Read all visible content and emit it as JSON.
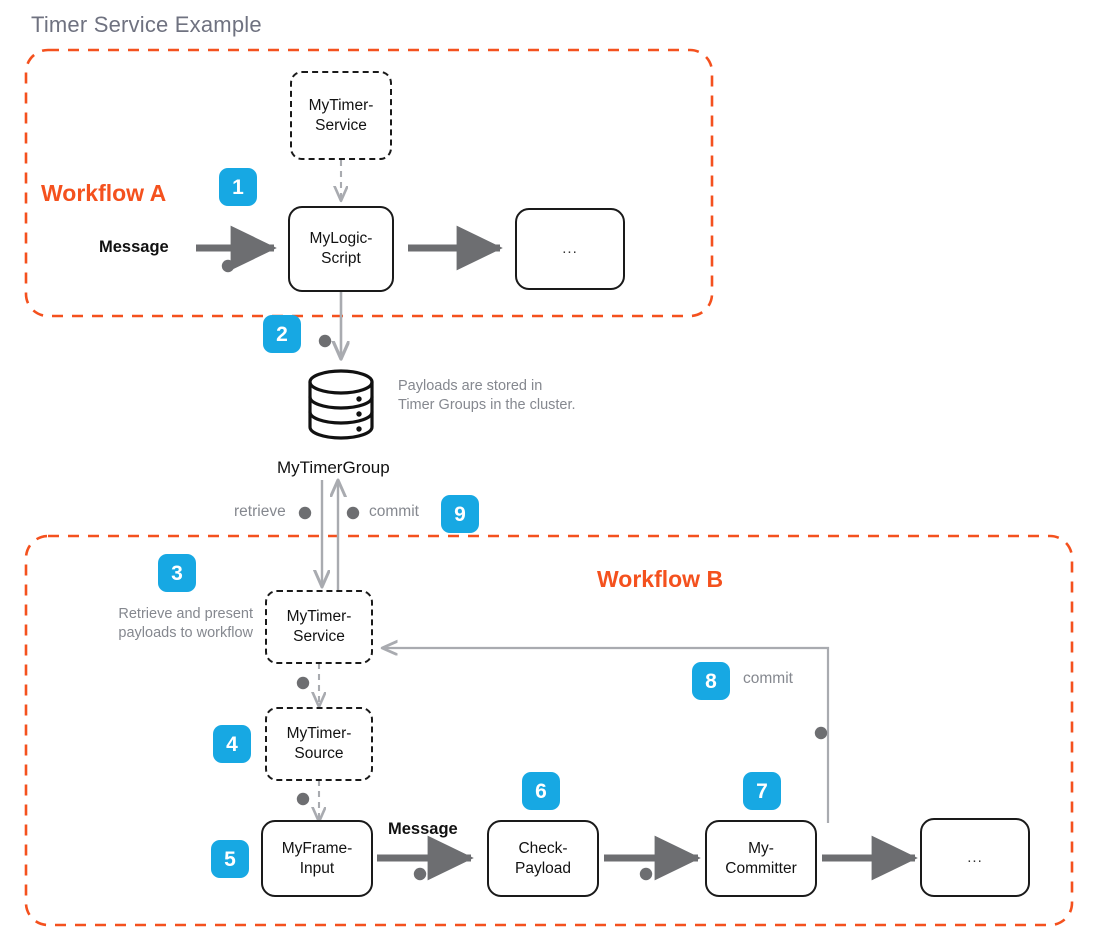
{
  "title": "Timer Service Example",
  "colors": {
    "accent_badge": "#17a8e3",
    "workflow_border": "#f4511e",
    "workflow_label": "#f4511e",
    "title_text": "#6f7280",
    "note_text": "#85888f",
    "arrow_dark": "#6d6e71",
    "arrow_light": "#a9abb0",
    "node_border": "#1a1a1a"
  },
  "workflows": [
    {
      "id": "a",
      "label": "Workflow A"
    },
    {
      "id": "b",
      "label": "Workflow B"
    }
  ],
  "badges": [
    {
      "id": "1",
      "label": "1"
    },
    {
      "id": "2",
      "label": "2"
    },
    {
      "id": "3",
      "label": "3"
    },
    {
      "id": "4",
      "label": "4"
    },
    {
      "id": "5",
      "label": "5"
    },
    {
      "id": "6",
      "label": "6"
    },
    {
      "id": "7",
      "label": "7"
    },
    {
      "id": "8",
      "label": "8"
    },
    {
      "id": "9",
      "label": "9"
    }
  ],
  "nodes": {
    "timer_service_a": {
      "label": "MyTimer-\nService",
      "line1": "MyTimer-",
      "line2": "Service",
      "style": "dashed"
    },
    "logic_script": {
      "label": "MyLogic-\nScript",
      "line1": "MyLogic-",
      "line2": "Script",
      "style": "solid"
    },
    "ellipsis_a": {
      "label": "...",
      "style": "solid"
    },
    "timer_service_b": {
      "label": "MyTimer-\nService",
      "line1": "MyTimer-",
      "line2": "Service",
      "style": "dashed"
    },
    "timer_source_b": {
      "label": "MyTimer-\nSource",
      "line1": "MyTimer-",
      "line2": "Source",
      "style": "dashed"
    },
    "frame_input": {
      "label": "MyFrame-\nInput",
      "line1": "MyFrame-",
      "line2": "Input",
      "style": "solid"
    },
    "check_payload": {
      "label": "Check-\nPayload",
      "line1": "Check-",
      "line2": "Payload",
      "style": "solid"
    },
    "committer": {
      "label": "My-\nCommitter",
      "line1": "My-",
      "line2": "Committer",
      "style": "solid"
    },
    "ellipsis_b": {
      "label": "...",
      "style": "solid"
    }
  },
  "store": {
    "icon": "database-cylinder-icon",
    "name": "MyTimerGroup",
    "note": "Payloads are stored in Timer Groups in the cluster."
  },
  "labels": {
    "message_a": "Message",
    "message_b": "Message",
    "retrieve": "retrieve",
    "commit_store": "commit",
    "commit_loop": "commit",
    "retrieve_note": "Retrieve and present payloads to workflow"
  }
}
